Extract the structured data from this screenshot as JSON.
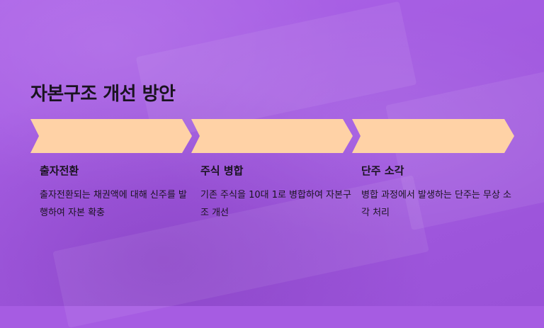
{
  "slide": {
    "title": "자본구조 개선 방안",
    "colors": {
      "background": "#a65ce2",
      "chevron": "#ffd2a6",
      "text": "#1a1320"
    },
    "steps": [
      {
        "heading": "출자전환",
        "body": "출자전환되는 채권액에 대해 신주를 발행하여 자본 확충"
      },
      {
        "heading": "주식 병합",
        "body": "기존 주식을 10대 1로 병합하여 자본구조 개선"
      },
      {
        "heading": "단주 소각",
        "body": "병합 과정에서 발생하는 단주는 무상 소각 처리"
      }
    ]
  }
}
